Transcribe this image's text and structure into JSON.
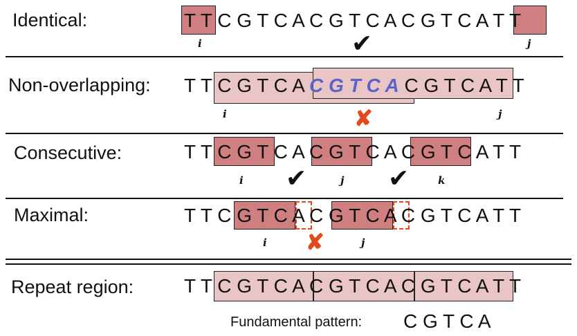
{
  "labels": {
    "identical": "Identical:",
    "non_overlapping": "Non-overlapping:",
    "consecutive": "Consecutive:",
    "maximal": "Maximal:",
    "repeat_region": "Repeat region:"
  },
  "sequence_text": "TTCGTCACGTCACGTCATT",
  "indices": {
    "i": "i",
    "j": "j",
    "k": "k"
  },
  "fundamental": {
    "label": "Fundamental pattern:",
    "pattern": "C G T C A"
  },
  "marks": {
    "check": "✔",
    "cross": "✘"
  },
  "colors": {
    "dark_box": "#cf7f7f",
    "light_box": "#e9c5c5",
    "highlight_text": "#5a64c8",
    "cross": "#e24a1e"
  }
}
